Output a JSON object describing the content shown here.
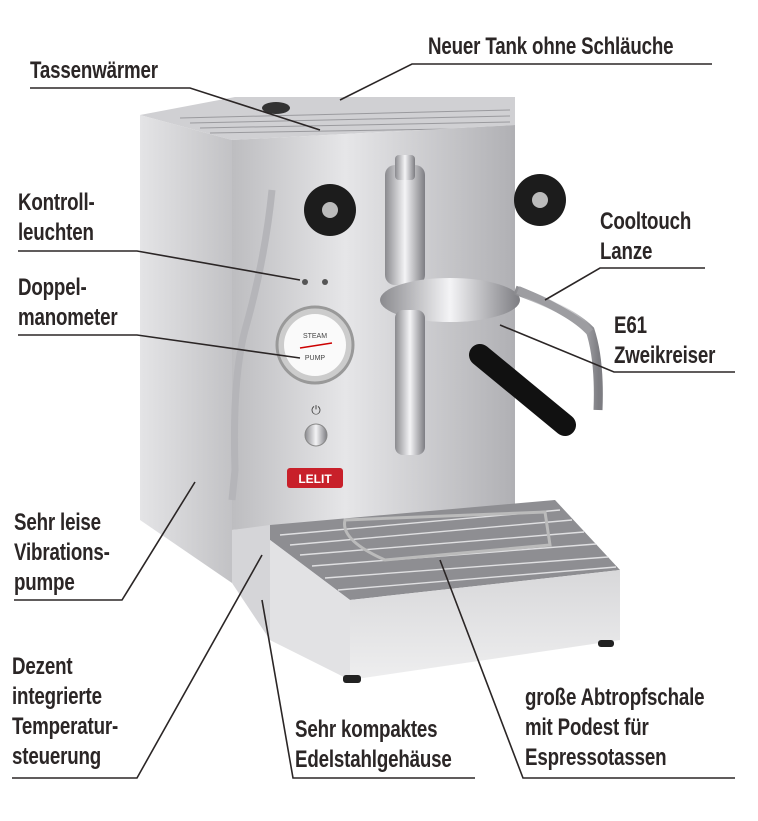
{
  "labels": {
    "cup_warmer": [
      "Tassenwärmer"
    ],
    "tank": [
      "Neuer Tank ohne Schläuche"
    ],
    "control_lights": [
      "Kontroll-",
      "leuchten"
    ],
    "manometer": [
      "Doppel-",
      "manometer"
    ],
    "steam_wand": [
      "Cooltouch",
      "Lanze"
    ],
    "group_head": [
      "E61",
      "Zweikreiser"
    ],
    "pump": [
      "Sehr leise",
      "Vibrations-",
      "pumpe"
    ],
    "temperature": [
      "Dezent",
      "integrierte",
      "Temperatur-",
      "steuerung"
    ],
    "housing": [
      "Sehr kompaktes",
      "Edelstahlgehäuse"
    ],
    "drip_tray": [
      "große Abtropfschale",
      "mit Podest für",
      "Espressotassen"
    ]
  },
  "product": {
    "brand_logo": "LELIT",
    "gauge_labels": [
      "STEAM",
      "PUMP"
    ]
  },
  "colors": {
    "text": "#2b2626",
    "steel": "#c9c9cb",
    "logo_red": "#c8202a",
    "knob": "#1c1c1c"
  }
}
